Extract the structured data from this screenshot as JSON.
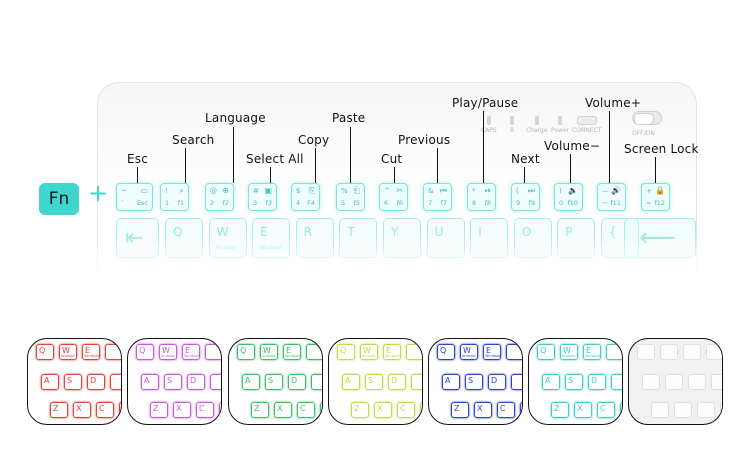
{
  "modifier": {
    "key": "Fn",
    "plus": "+"
  },
  "labels": {
    "esc": "Esc",
    "search": "Search",
    "language": "Language",
    "select_all": "Select All",
    "copy": "Copy",
    "paste": "Paste",
    "cut": "Cut",
    "previous": "Previous",
    "play_pause": "Play/Pause",
    "next": "Next",
    "volume_down": "Volume−",
    "volume_up": "Volume+",
    "screen_lock": "Screen Lock"
  },
  "status": {
    "caps": "CAPS",
    "bt": "B",
    "charge": "Charge",
    "power": "Power",
    "connect": "CONNECT",
    "off_on": "OFF/ON"
  },
  "fn_row": [
    {
      "tl": "~",
      "tr": "▭",
      "bl": "`",
      "br": "Esc"
    },
    {
      "tl": "!",
      "tr": "⌕",
      "bl": "1",
      "br": "f1"
    },
    {
      "tl": "@",
      "tr": "⊕",
      "bl": "2",
      "br": "f2"
    },
    {
      "tl": "#",
      "tr": "▣",
      "bl": "3",
      "br": "f3"
    },
    {
      "tl": "$",
      "tr": "⎘",
      "bl": "4",
      "br": "F4"
    },
    {
      "tl": "%",
      "tr": "⎗",
      "bl": "5",
      "br": "f5"
    },
    {
      "tl": "^",
      "tr": "✂",
      "bl": "6",
      "br": "f6"
    },
    {
      "tl": "&",
      "tr": "⏮",
      "bl": "7",
      "br": "f7"
    },
    {
      "tl": "*",
      "tr": "⏯",
      "bl": "8",
      "br": "f8"
    },
    {
      "tl": "(",
      "tr": "⏭",
      "bl": "9",
      "br": "f9"
    },
    {
      "tl": ")",
      "tr": "🔈",
      "bl": "0",
      "br": "f10"
    },
    {
      "tl": "—",
      "tr": "🔊",
      "bl": "−",
      "br": "f11"
    },
    {
      "tl": "+",
      "tr": "🔒",
      "bl": "=",
      "br": "f12"
    }
  ],
  "main_row": {
    "tab": "⇤",
    "keys": [
      {
        "ch": "Q",
        "sub": ""
      },
      {
        "ch": "W",
        "sub": "Android"
      },
      {
        "ch": "E",
        "sub": "Windows"
      },
      {
        "ch": "R",
        "sub": ""
      },
      {
        "ch": "T",
        "sub": ""
      },
      {
        "ch": "Y",
        "sub": ""
      },
      {
        "ch": "U",
        "sub": ""
      },
      {
        "ch": "I",
        "sub": ""
      },
      {
        "ch": "O",
        "sub": ""
      },
      {
        "ch": "P",
        "sub": ""
      },
      {
        "ch": "{",
        "sub": ""
      }
    ],
    "backspace": "⟵"
  },
  "swatch_colors": [
    "#e0453a",
    "#c65bd6",
    "#3fbf6b",
    "#c7d84a",
    "#2e44c7",
    "#3fcfc4",
    "#e6e6e6"
  ],
  "swatch_keys": {
    "row1": [
      "Q",
      "W",
      "E"
    ],
    "row1_sub": [
      "",
      "Android",
      "Windows"
    ],
    "row2": [
      "A",
      "S",
      "D"
    ],
    "row3": [
      "Z",
      "X",
      "C"
    ]
  }
}
